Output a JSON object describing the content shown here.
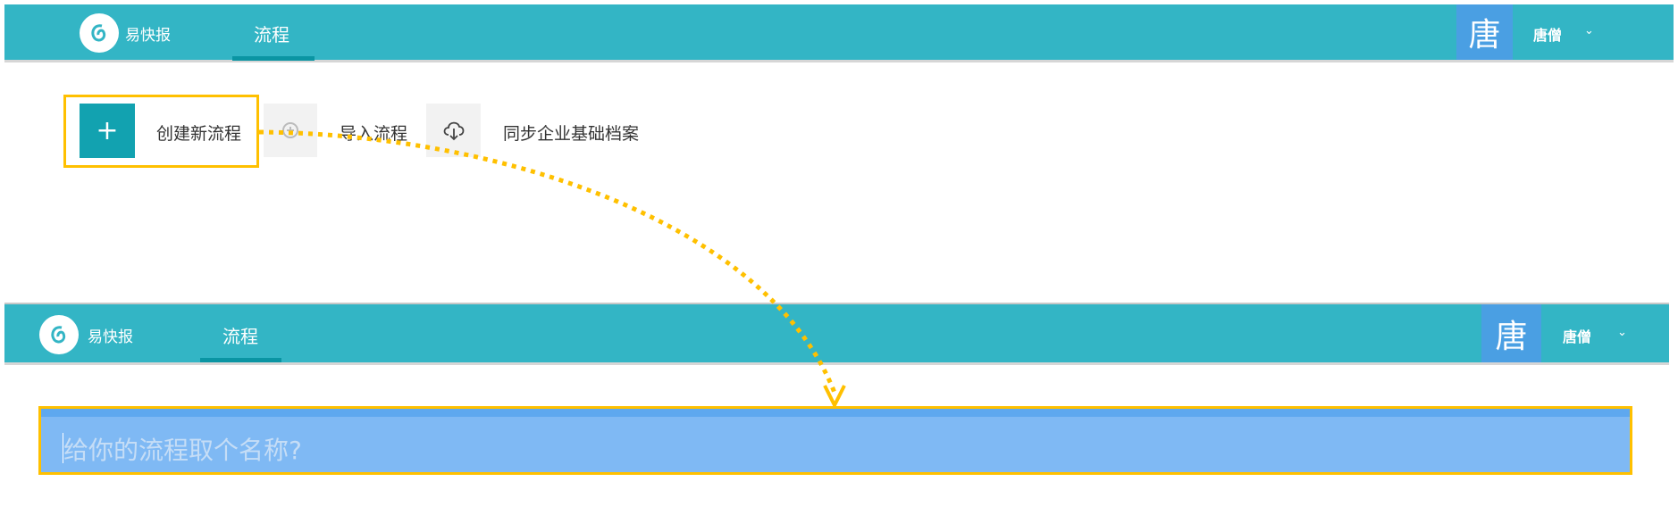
{
  "header": {
    "brand": "易快报",
    "tab": "流程",
    "avatar_char": "唐",
    "user_name": "唐僧"
  },
  "toolbar": {
    "create_label": "创建新流程",
    "import_label": "导入流程",
    "sync_label": "同步企业基础档案"
  },
  "form": {
    "name_placeholder": "给你的流程取个名称?"
  },
  "colors": {
    "header": "#33b5c5",
    "avatar": "#4a9fe3",
    "highlight": "#ffc000",
    "input": "#7fb9f4"
  }
}
